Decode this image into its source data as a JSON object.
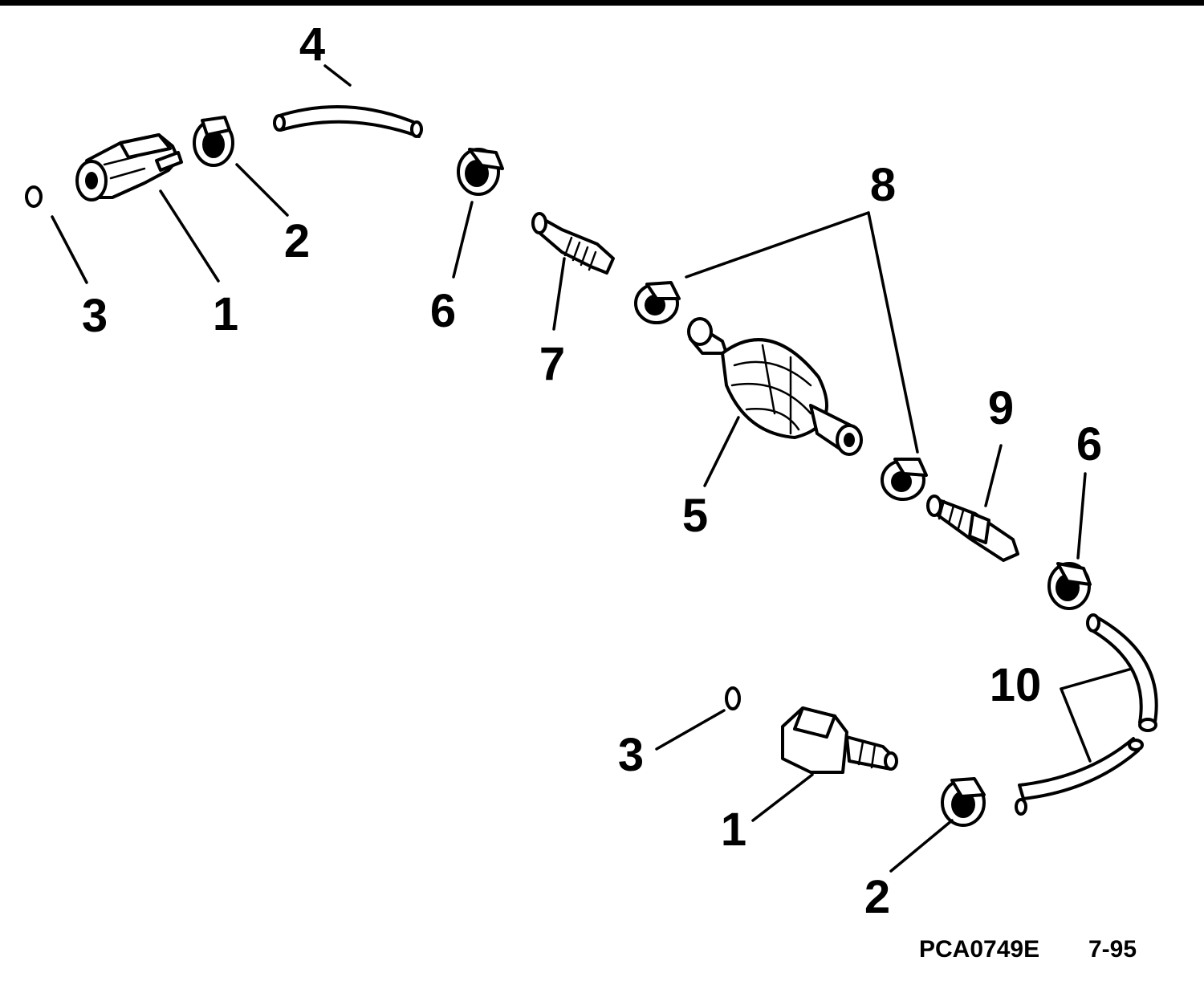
{
  "callouts": {
    "c1a": "1",
    "c1b": "1",
    "c2a": "2",
    "c2b": "2",
    "c3a": "3",
    "c3b": "3",
    "c4": "4",
    "c5": "5",
    "c6a": "6",
    "c6b": "6",
    "c7": "7",
    "c8": "8",
    "c9": "9",
    "c10": "10"
  },
  "footer": {
    "code": "PCA0749E",
    "date": "7-95"
  },
  "colors": {
    "ink": "#000000",
    "paper": "#ffffff"
  }
}
